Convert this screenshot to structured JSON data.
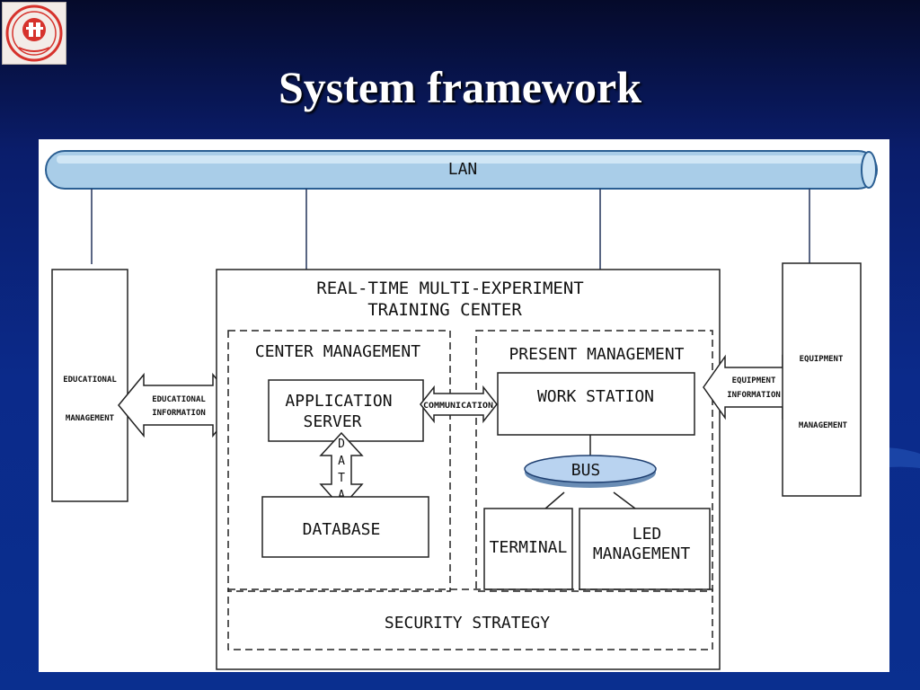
{
  "slide": {
    "title": "System framework",
    "logo_icon": "university-seal-icon"
  },
  "diagram": {
    "lan": "LAN",
    "center_title_line1": "REAL-TIME MULTI-EXPERIMENT",
    "center_title_line2": "TRAINING CENTER",
    "center_management": "CENTER MANAGEMENT",
    "present_management": "PRESENT MANAGEMENT",
    "application_server_line1": "APPLICATION",
    "application_server_line2": "SERVER",
    "database": "DATABASE",
    "data_letters": [
      "D",
      "A",
      "T",
      "A"
    ],
    "communication": "COMMUNICATION",
    "work_station": "WORK STATION",
    "bus": "BUS",
    "terminal": "TERMINAL",
    "led_line1": "LED",
    "led_line2": "MANAGEMENT",
    "security_strategy": "SECURITY STRATEGY",
    "educational_line1": "EDUCATIONAL",
    "educational_line2": "MANAGEMENT",
    "educational_info_line1": "EDUCATIONAL",
    "educational_info_line2": "INFORMATION",
    "equipment_line1": "EQUIPMENT",
    "equipment_line2": "MANAGEMENT",
    "equipment_info_line1": "EQUIPMENT",
    "equipment_info_line2": "INFORMATION"
  },
  "colors": {
    "lan_pipe": "#a9cde8",
    "bus_ellipse": "#b9d3f0"
  }
}
